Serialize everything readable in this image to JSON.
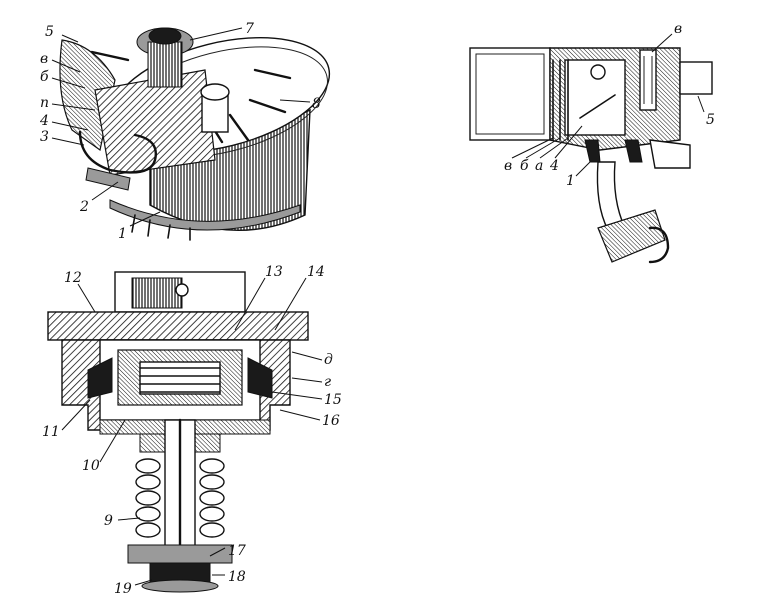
{
  "figure_a": {
    "labels": [
      "5",
      "в",
      "б",
      "п",
      "4",
      "3",
      "2",
      "1",
      "7",
      "8"
    ]
  },
  "figure_b": {
    "labels": [
      "в",
      "5",
      "в",
      "б",
      "а",
      "4",
      "1"
    ]
  },
  "figure_c": {
    "labels": [
      "12",
      "13",
      "14",
      "д",
      "г",
      "15",
      "16",
      "11",
      "10",
      "9",
      "17",
      "18",
      "19"
    ]
  }
}
